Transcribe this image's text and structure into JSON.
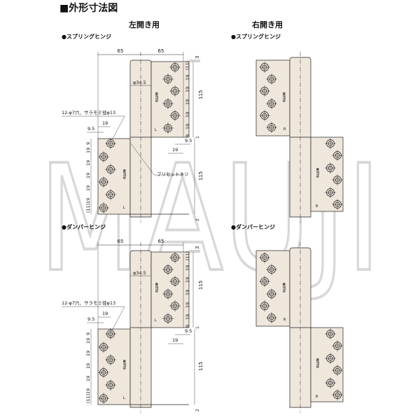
{
  "heading": "■外形寸法図",
  "left_title": "左開き用",
  "right_title": "右開き用",
  "watermark": "MAUJI",
  "colors": {
    "leaf": "#efe6dc",
    "line": "#222222",
    "watermark": "#d8d8d8"
  },
  "sections": [
    {
      "left_label": "●スプリングヒンジ",
      "right_label": "●スプリングヒンジ",
      "preset_screw": "プリセットネジ"
    },
    {
      "left_label": "●ダンパーヒンジ",
      "right_label": "●ダンパーヒンジ",
      "preset_screw": ""
    }
  ],
  "dims": {
    "width_left": "65",
    "width_right": "65",
    "top_gap": "3",
    "upper_pitch": [
      "(11)",
      "19",
      "19",
      "19",
      "19",
      "19",
      "9"
    ],
    "height": "115",
    "barrel_dia": "φ34.5",
    "holes_note": "12-φ7穴、サラモミ径φ13",
    "offset_19": "19",
    "offset_95": "9.5",
    "mid_gap": "1",
    "lower_pitch": [
      "9",
      "19",
      "19",
      "19",
      "19",
      "19",
      "(11)"
    ],
    "bottom_gap": "2"
  },
  "leaf_marks": {
    "left": "L",
    "right": "R",
    "brand": "NITTO"
  }
}
